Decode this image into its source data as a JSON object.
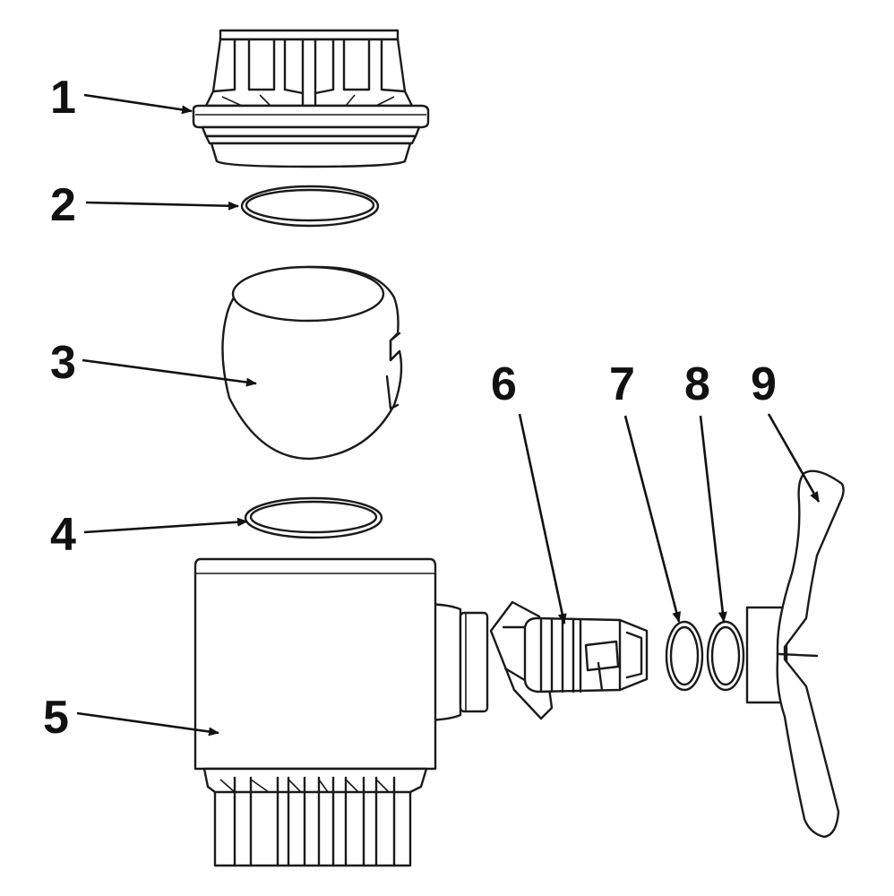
{
  "callouts": [
    {
      "label": "1",
      "part": "union-nut"
    },
    {
      "label": "2",
      "part": "upper-o-ring"
    },
    {
      "label": "3",
      "part": "ball"
    },
    {
      "label": "4",
      "part": "lower-o-ring"
    },
    {
      "label": "5",
      "part": "valve-body"
    },
    {
      "label": "6",
      "part": "stem"
    },
    {
      "label": "7",
      "part": "stem-o-ring-1"
    },
    {
      "label": "8",
      "part": "stem-o-ring-2"
    },
    {
      "label": "9",
      "part": "handle"
    }
  ]
}
